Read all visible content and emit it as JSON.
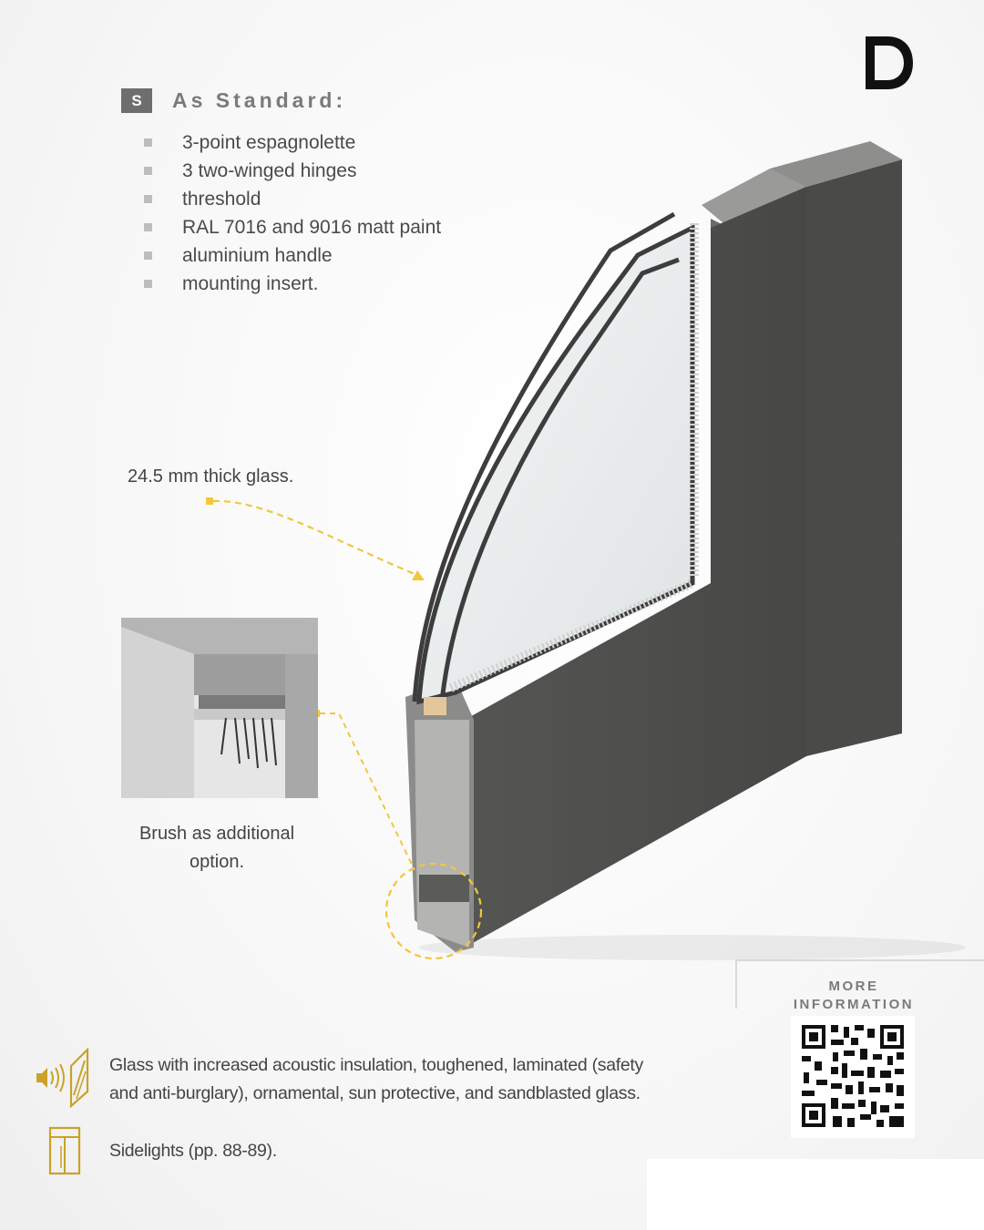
{
  "brand": {
    "logo_icon": "d-logo-icon"
  },
  "standard": {
    "badge": "S",
    "title": "As Standard:",
    "items": [
      "3-point espagnolette",
      "3 two-winged hinges",
      "threshold",
      "RAL 7016 and 9016 matt paint",
      "aluminium handle",
      "mounting insert."
    ]
  },
  "callouts": {
    "glass": "24.5 mm thick glass.",
    "brush_line1": "Brush as additional",
    "brush_line2": "option."
  },
  "more_info": {
    "line1": "MORE",
    "line2": "INFORMATION",
    "qr_icon": "qr-code-icon"
  },
  "features": [
    {
      "icon": "acoustic-glass-icon",
      "line1": "Glass with increased acoustic insulation, toughened, laminated (safety",
      "line2": "and anti-burglary), ornamental, sun protective, and sandblasted glass."
    },
    {
      "icon": "sidelight-icon",
      "line1": "Sidelights (pp. 88-89)."
    }
  ],
  "colors": {
    "accent_yellow": "#f2c73a",
    "frame": "#4f4f4d",
    "gold": "#c9a227",
    "text": "#444444"
  }
}
